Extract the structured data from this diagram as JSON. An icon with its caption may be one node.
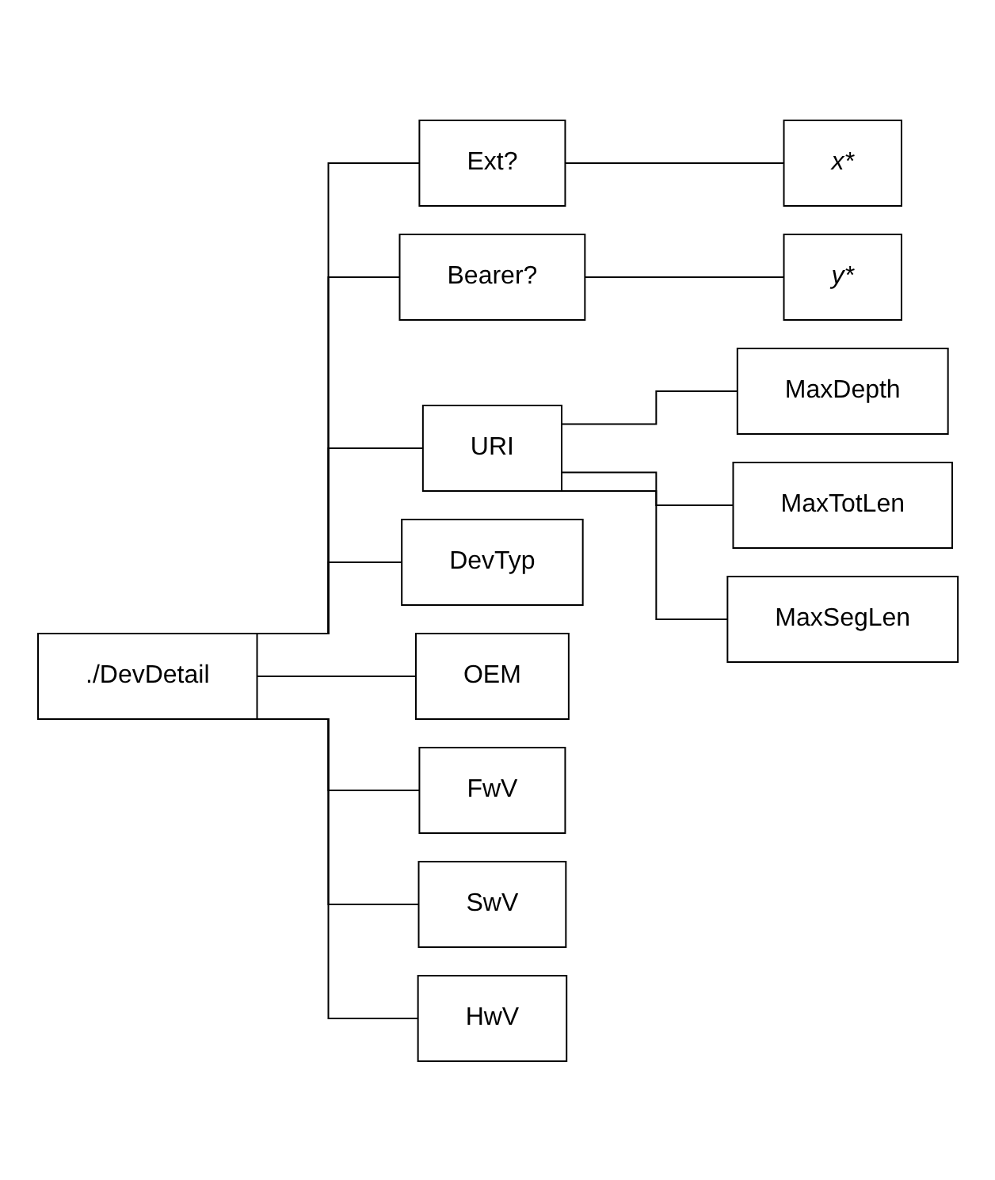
{
  "diagram": {
    "nodes": [
      {
        "text": [
          "./DevDetail"
        ]
      },
      {
        "text": [
          "Ext?"
        ]
      },
      {
        "text": [
          "x*"
        ]
      },
      {
        "text": [
          "Bearer?"
        ]
      },
      {
        "text": [
          "y*"
        ]
      },
      {
        "text": [
          "URI"
        ]
      },
      {
        "text": [
          "MaxDepth"
        ]
      },
      {
        "text": [
          "MaxTotLen"
        ]
      },
      {
        "text": [
          "MaxSegLen"
        ]
      },
      {
        "text": [
          "DevTyp"
        ]
      },
      {
        "text": [
          "OEM"
        ]
      },
      {
        "text": [
          "FwV"
        ]
      },
      {
        "text": [
          "SwV"
        ]
      },
      {
        "text": [
          "HwV"
        ]
      }
    ],
    "edges": [
      {
        "from": 0,
        "to": 1,
        "arrow": "none"
      },
      {
        "from": 1,
        "to": 2,
        "arrow": "none"
      },
      {
        "from": 0,
        "to": 3,
        "arrow": "none"
      },
      {
        "from": 3,
        "to": 4,
        "arrow": "none"
      },
      {
        "from": 0,
        "to": 5,
        "arrow": "none"
      },
      {
        "from": 5,
        "to": 6,
        "arrow": "none"
      },
      {
        "from": 5,
        "to": 7,
        "arrow": "none"
      },
      {
        "from": 5,
        "to": 8,
        "arrow": "none"
      },
      {
        "from": 0,
        "to": 9,
        "arrow": "none"
      },
      {
        "from": 0,
        "to": 10,
        "arrow": "none"
      },
      {
        "from": 0,
        "to": 11,
        "arrow": "none"
      },
      {
        "from": 0,
        "to": 12,
        "arrow": "none"
      },
      {
        "from": 0,
        "to": 13,
        "arrow": "none"
      }
    ]
  }
}
